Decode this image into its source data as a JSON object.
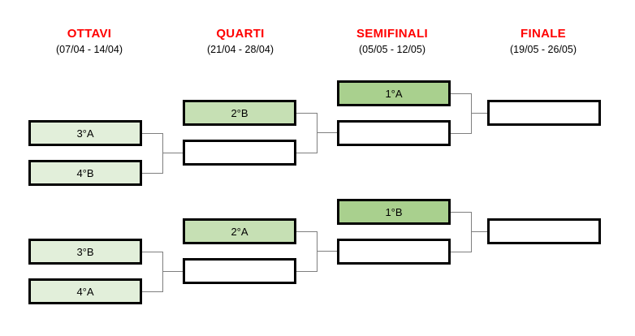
{
  "page": {
    "title": "Tabellone Playoff",
    "background": "#ffffff"
  },
  "colors": {
    "header_text": "#FF0000",
    "date_text": "#000000",
    "box_border": "#000000",
    "connector": "#7F7F7F",
    "fill_ottavi": "#E2EFDA",
    "fill_quarti": "#C6E0B4",
    "fill_semifinali": "#A9D08E",
    "fill_empty": "#FFFFFF"
  },
  "rounds": [
    {
      "name": "ottavi",
      "title": "OTTAVI",
      "dates": "(07/04 - 14/04)"
    },
    {
      "name": "quarti",
      "title": "QUARTI",
      "dates": "(21/04 - 28/04)"
    },
    {
      "name": "semifinali",
      "title": "SEMIFINALI",
      "dates": "(05/05 - 12/05)"
    },
    {
      "name": "finale",
      "title": "FINALE",
      "dates": "(19/05 - 26/05)"
    }
  ],
  "bracket": {
    "ottavi": [
      {
        "label": "3°A",
        "filled": true
      },
      {
        "label": "4°B",
        "filled": true
      },
      {
        "label": "3°B",
        "filled": true
      },
      {
        "label": "4°A",
        "filled": true
      }
    ],
    "quarti": [
      {
        "label": "2°B",
        "filled": true
      },
      {
        "label": "",
        "filled": false
      },
      {
        "label": "2°A",
        "filled": true
      },
      {
        "label": "",
        "filled": false
      }
    ],
    "semifinali": [
      {
        "label": "1°A",
        "filled": true
      },
      {
        "label": "",
        "filled": false
      },
      {
        "label": "1°B",
        "filled": true
      },
      {
        "label": "",
        "filled": false
      }
    ],
    "finale": [
      {
        "label": "",
        "filled": false
      },
      {
        "label": "",
        "filled": false
      }
    ]
  }
}
